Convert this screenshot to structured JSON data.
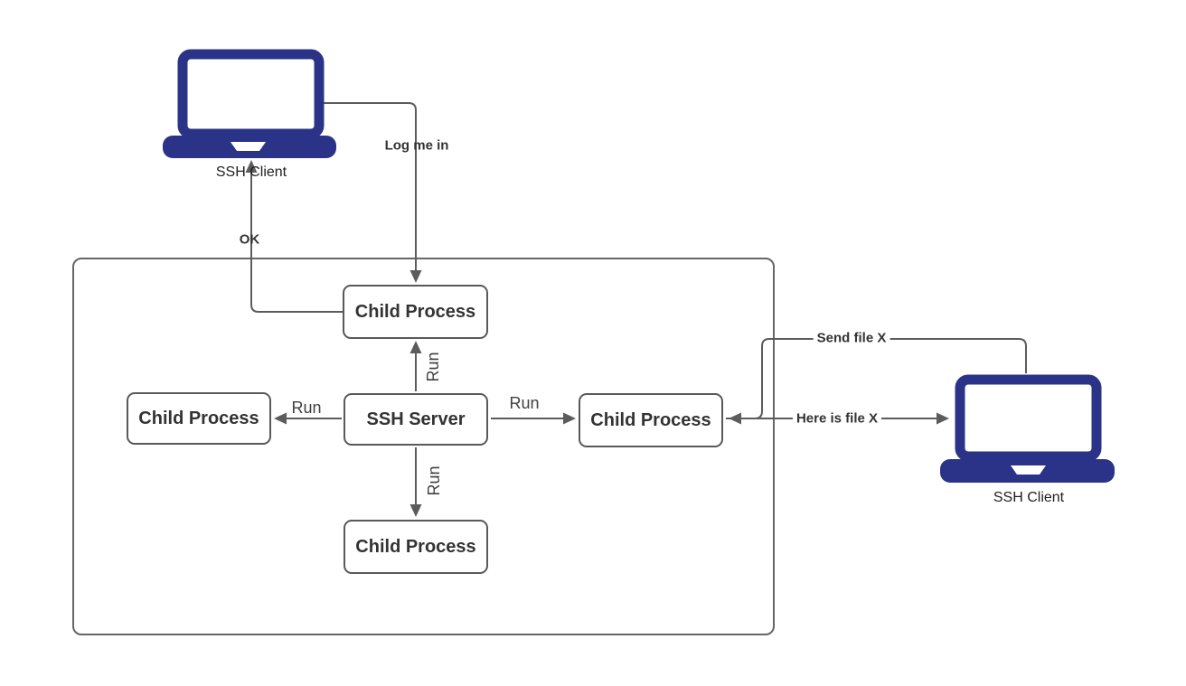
{
  "diagram": {
    "nodes": {
      "client_top": {
        "label": "SSH Client"
      },
      "client_right": {
        "label": "SSH Client"
      },
      "server": {
        "label": "SSH Server"
      },
      "child_top": {
        "label": "Child Process"
      },
      "child_left": {
        "label": "Child Process"
      },
      "child_right": {
        "label": "Child Process"
      },
      "child_bottom": {
        "label": "Child Process"
      }
    },
    "edges": {
      "log_me_in": {
        "label": "Log me in"
      },
      "ok": {
        "label": "OK"
      },
      "run_up": {
        "label": "Run"
      },
      "run_left": {
        "label": "Run"
      },
      "run_right": {
        "label": "Run"
      },
      "run_down": {
        "label": "Run"
      },
      "send_file": {
        "label": "Send file X"
      },
      "here_is_file": {
        "label": "Here is file X"
      }
    },
    "colors": {
      "laptop": "#2a3387",
      "line": "#5c5c5c",
      "box_border": "#595959",
      "container_border": "#666666",
      "text": "#333333"
    }
  }
}
